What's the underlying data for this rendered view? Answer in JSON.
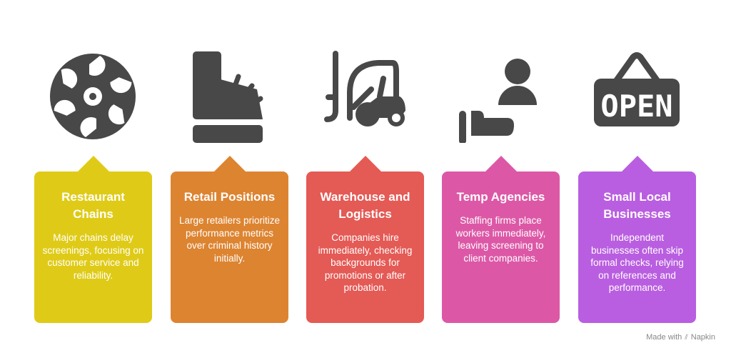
{
  "cards": [
    {
      "title": "Restaurant Chains",
      "text": "Major chains delay screenings, focusing on customer service and reliability.",
      "color": "#DFCB17",
      "icon": "film-reel-icon"
    },
    {
      "title": "Retail Positions",
      "text": "Large retailers prioritize performance metrics over criminal history initially.",
      "color": "#DD8431",
      "icon": "cash-register-icon"
    },
    {
      "title": "Warehouse and Logistics",
      "text": "Companies hire immediately, checking backgrounds for promotions or after probation.",
      "color": "#E45A55",
      "icon": "forklift-icon"
    },
    {
      "title": "Temp Agencies",
      "text": "Staffing firms place workers immediately, leaving screening to client companies.",
      "color": "#DC58A6",
      "icon": "person-hand-icon"
    },
    {
      "title": "Small Local Businesses",
      "text": "Independent businesses often skip formal checks, relying on references and performance.",
      "color": "#B95EE0",
      "icon": "open-sign-icon"
    }
  ],
  "open_sign_text": "OPEN",
  "footer": {
    "prefix": "Made with",
    "brand": "Napkin"
  }
}
